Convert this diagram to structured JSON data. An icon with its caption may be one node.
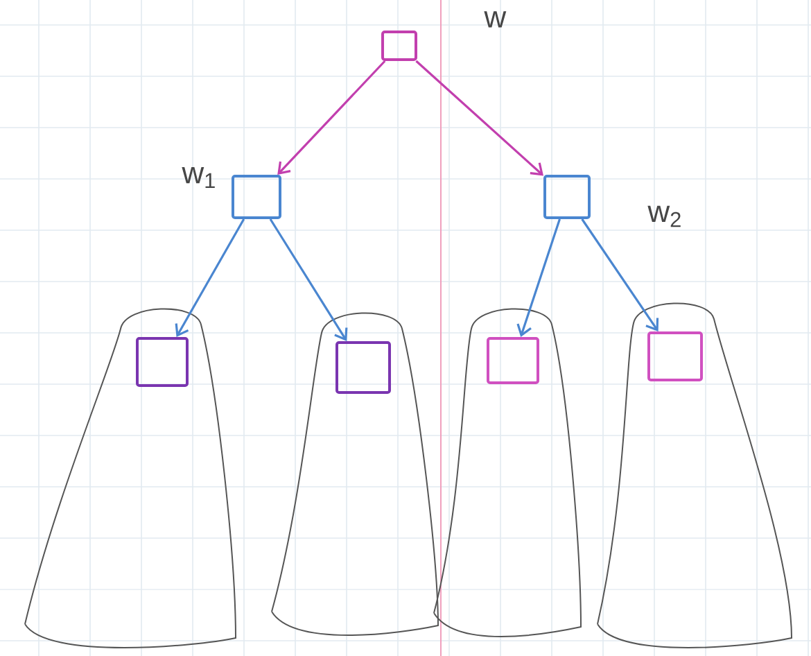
{
  "diagram": {
    "nodes": [
      {
        "text": [],
        "shape": "box",
        "beside": [
          "w"
        ]
      },
      {
        "text": [],
        "shape": "box",
        "beside": [
          "w$_{1}$"
        ]
      },
      {
        "text": [],
        "shape": "box",
        "beside": [
          "w$_{2}$"
        ]
      },
      {
        "text": [],
        "shape": "triangle"
      },
      {
        "text": [],
        "shape": "box",
        "in": 3
      },
      {
        "text": [],
        "shape": "triangle"
      },
      {
        "text": [],
        "shape": "box",
        "in": 5
      },
      {
        "text": [],
        "shape": "triangle"
      },
      {
        "text": [],
        "shape": "box",
        "in": 7
      },
      {
        "text": [],
        "shape": "triangle"
      },
      {
        "text": [],
        "shape": "box",
        "in": 9
      }
    ],
    "edges": [
      {
        "from": 0,
        "to": 1,
        "arrow": "to",
        "color": "#c23fae"
      },
      {
        "from": 0,
        "to": 2,
        "arrow": "to",
        "color": "#c23fae"
      },
      {
        "from": 1,
        "to": 4,
        "arrow": "to"
      },
      {
        "from": 1,
        "to": 6,
        "arrow": "to"
      },
      {
        "from": 2,
        "to": 8,
        "arrow": "to"
      },
      {
        "from": 2,
        "to": 10,
        "arrow": "to"
      }
    ]
  }
}
